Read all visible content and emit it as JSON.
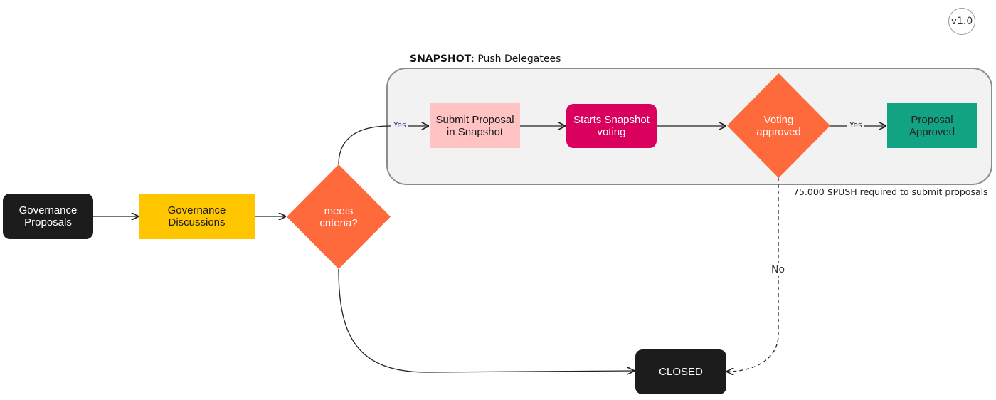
{
  "version_badge": "v1.0",
  "snapshot_group": {
    "title_bold": "SNAPSHOT",
    "title_rest": ": Push Delegatees"
  },
  "nodes": {
    "governance_proposals": "Governance\nProposals",
    "governance_discussions": "Governance\nDiscussions",
    "meets_criteria": "meets\ncriteria?",
    "submit_proposal": "Submit Proposal\nin Snapshot",
    "starts_snapshot_voting": "Starts Snapshot\nvoting",
    "voting_approved": "Voting\napproved",
    "proposal_approved": "Proposal\nApproved",
    "closed": "CLOSED"
  },
  "edge_labels": {
    "yes_1": "Yes",
    "yes_2": "Yes",
    "no": "No"
  },
  "note": "75.000 $PUSH required to submit proposals",
  "colors": {
    "dark": "#1c1c1c",
    "yellow": "#ffc600",
    "orange": "#ff6a3d",
    "pink": "#ffc3c4",
    "magenta": "#d9005e",
    "green": "#12a383",
    "group_fill": "#f2f2f2",
    "group_border": "#8c8c8c"
  }
}
